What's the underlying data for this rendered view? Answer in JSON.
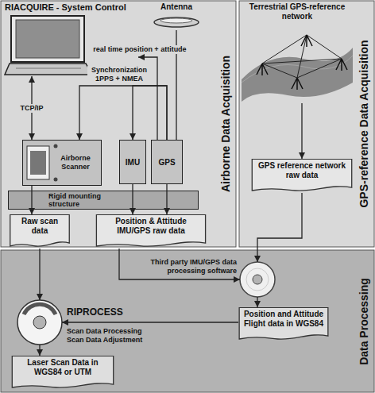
{
  "diagram": {
    "nodes": [
      {
        "text": [
          "Airborne Data Acquisition"
        ]
      },
      {
        "text": [
          "RIACQUIRE - System Control"
        ],
        "in": 0
      },
      {
        "text": [
          "Antenna"
        ],
        "in": 0
      },
      {
        "text": [
          "Airborne Scanner"
        ],
        "in": 0
      },
      {
        "text": [
          "IMU"
        ],
        "in": 0
      },
      {
        "text": [
          "GPS"
        ],
        "in": 0
      },
      {
        "text": [
          "Rigid mounting structure"
        ],
        "in": 0
      },
      {
        "text": [
          "Raw scan data"
        ],
        "in": 0
      },
      {
        "text": [
          "Position & Attitude IMU/GPS raw data"
        ],
        "in": 0
      },
      {
        "text": [
          "GPS-reference Data Acquisition"
        ]
      },
      {
        "text": [
          "Terrestrial GPS-reference network"
        ],
        "in": 9
      },
      {
        "text": [
          "GPS reference network raw data"
        ],
        "in": 9
      },
      {
        "text": [
          "Data Processing"
        ]
      },
      {
        "text": [
          "Third party IMU/GPS data processing software"
        ],
        "in": 12
      },
      {
        "text": [
          "Position and Attitude Flight data in WGS84"
        ],
        "in": 12
      },
      {
        "text": [
          "RIPROCESS",
          "Scan Data Processing Scan Data Adjustment"
        ],
        "in": 12
      },
      {
        "text": [
          "Laser Scan Data in WGS84 or UTM"
        ],
        "in": 12
      }
    ],
    "edges": [
      {
        "from": 1,
        "to": 3,
        "label": "TCP/IP",
        "arrow": "both"
      },
      {
        "from": 5,
        "to": 1,
        "label": "real time position + attitude",
        "arrow": "to"
      },
      {
        "from": 2,
        "to": 5,
        "arrow": "none"
      },
      {
        "from": 5,
        "to": 3,
        "label": "Synchronization 1PPS + NMEA",
        "arrow": "to"
      },
      {
        "from": 5,
        "to": 4,
        "arrow": "to"
      },
      {
        "from": 3,
        "to": 7,
        "arrow": "to"
      },
      {
        "from": 4,
        "to": 8,
        "arrow": "to"
      },
      {
        "from": 5,
        "to": 8,
        "arrow": "to"
      },
      {
        "from": 10,
        "to": 11,
        "arrow": "to"
      },
      {
        "from": 7,
        "to": 15,
        "arrow": "to"
      },
      {
        "from": 8,
        "to": 13,
        "arrow": "to"
      },
      {
        "from": 11,
        "to": 13,
        "arrow": "to"
      },
      {
        "from": 13,
        "to": 14,
        "arrow": "to"
      },
      {
        "from": 14,
        "to": 15,
        "arrow": "to"
      },
      {
        "from": 15,
        "to": 16,
        "arrow": "to"
      }
    ]
  }
}
